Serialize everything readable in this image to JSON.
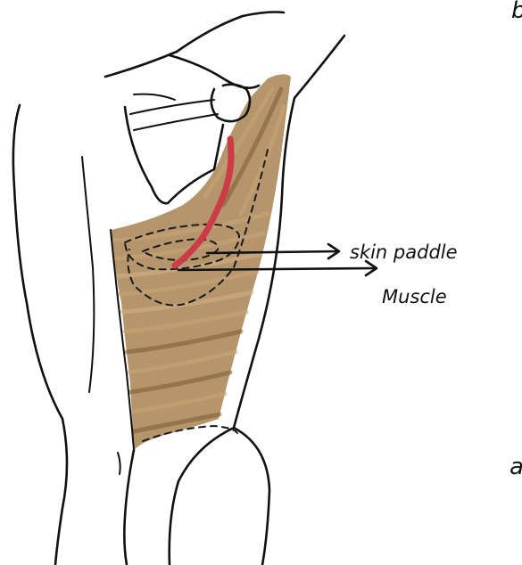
{
  "labels": {
    "skin_paddle": "skin paddle",
    "muscle": "Muscle"
  },
  "edge_letters": {
    "top_right": "b",
    "bottom_right": "a"
  },
  "colors": {
    "muscle": "#a57e4c",
    "muscle_light": "#c9a679",
    "muscle_dark": "#7e5a32",
    "incision": "#cc3b46",
    "ink": "#111111"
  },
  "icons": {
    "arrow": "right-arrow"
  }
}
